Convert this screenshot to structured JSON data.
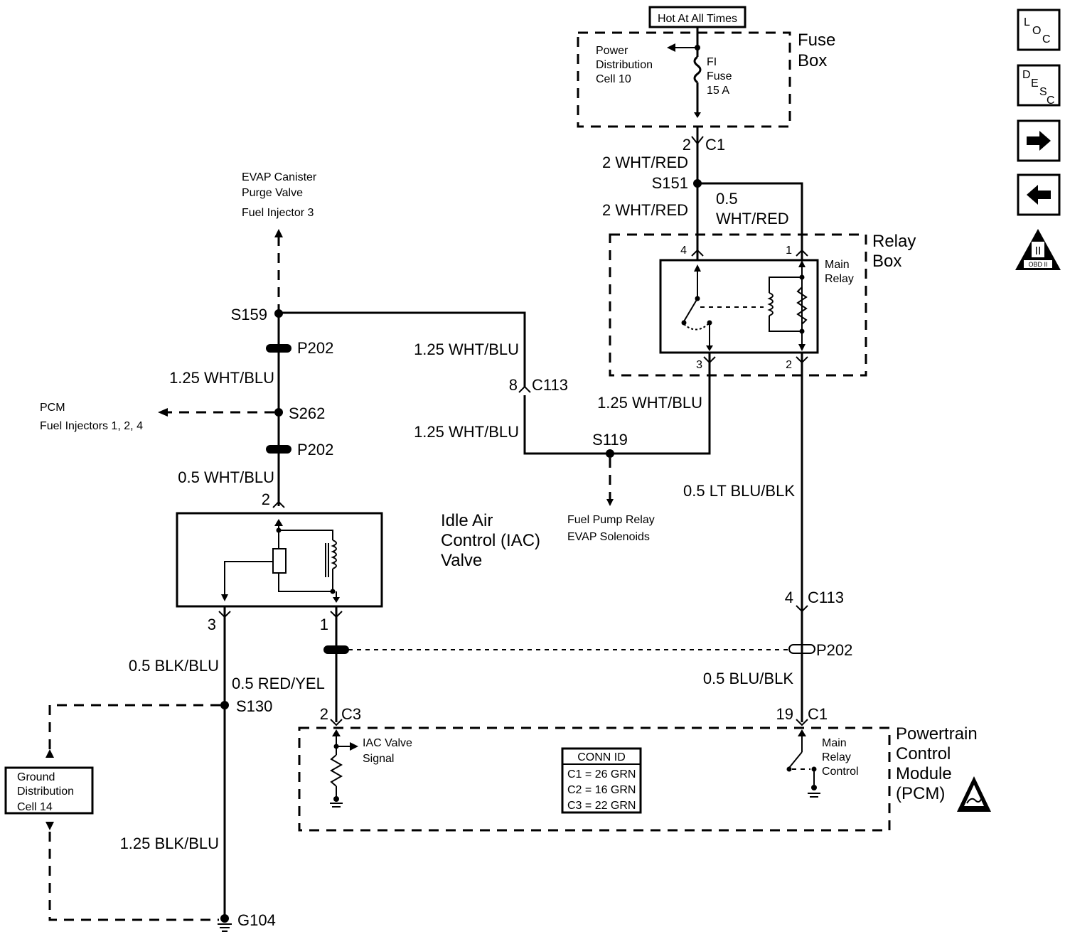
{
  "power": {
    "hot_at_all_times": "Hot At All Times",
    "fuse_box": [
      "Fuse",
      "Box"
    ],
    "power_distribution": [
      "Power",
      "Distribution",
      "Cell 10"
    ],
    "fuse": [
      "FI",
      "Fuse",
      "15 A"
    ]
  },
  "connectors": {
    "c1_top_pin": "2",
    "c1_top": "C1",
    "relay_pin4": "4",
    "relay_pin1": "1",
    "relay_pin3": "3",
    "relay_pin2": "2",
    "c113_left_pin": "8",
    "c113_left": "C113",
    "c113_right_pin": "4",
    "c113_right": "C113",
    "iac_pin2": "2",
    "iac_pin3": "3",
    "iac_pin1": "1",
    "c3_pin": "2",
    "c3": "C3",
    "c1_pcm_pin": "19",
    "c1_pcm": "C1"
  },
  "wires": {
    "w_2whtred_a": "2 WHT/RED",
    "w_2whtred_b": "2 WHT/RED",
    "w_05whtred": [
      "0.5",
      "WHT/RED"
    ],
    "w_125whtblu_a": "1.25 WHT/BLU",
    "w_125whtblu_b": "1.25 WHT/BLU",
    "w_125whtblu_c": "1.25 WHT/BLU",
    "w_125whtblu_d": "1.25 WHT/BLU",
    "w_05whtblu": "0.5 WHT/BLU",
    "w_05ltblublk": "0.5 LT BLU/BLK",
    "w_05blublk": "0.5 BLU/BLK",
    "w_05blkblu": "0.5 BLK/BLU",
    "w_05redyel": "0.5 RED/YEL",
    "w_125blkblu": "1.25 BLK/BLU"
  },
  "splices": {
    "s151": "S151",
    "s159": "S159",
    "s262": "S262",
    "s119": "S119",
    "s130": "S130",
    "p202_a": "P202",
    "p202_b": "P202",
    "p202_c": "P202",
    "g104": "G104"
  },
  "components": {
    "relay_box": [
      "Relay",
      "Box"
    ],
    "main_relay": [
      "Main",
      "Relay"
    ],
    "iac_valve": [
      "Idle Air",
      "Control (IAC)",
      "Valve"
    ],
    "pcm": [
      "Powertrain",
      "Control",
      "Module",
      "(PCM)"
    ],
    "iac_signal": [
      "IAC Valve",
      "Signal"
    ],
    "main_relay_control": [
      "Main",
      "Relay",
      "Control"
    ],
    "ground_distribution": [
      "Ground",
      "Distribution",
      "Cell 14"
    ]
  },
  "destinations": {
    "evap": [
      "EVAP Canister",
      "Purge Valve",
      "Fuel Injector 3"
    ],
    "pcm_injectors": [
      "PCM",
      "Fuel Injectors 1, 2, 4"
    ],
    "fuel_pump": [
      "Fuel Pump Relay",
      "EVAP Solenoids"
    ]
  },
  "conn_id": {
    "title": "CONN ID",
    "rows": [
      "C1 = 26 GRN",
      "C2 = 16 GRN",
      "C3 = 22 GRN"
    ]
  },
  "nav": {
    "loc": [
      "L",
      "O",
      "C"
    ],
    "desc": [
      "D",
      "E",
      "S",
      "C"
    ],
    "obd": "OBD II",
    "obd_mark": "II"
  }
}
